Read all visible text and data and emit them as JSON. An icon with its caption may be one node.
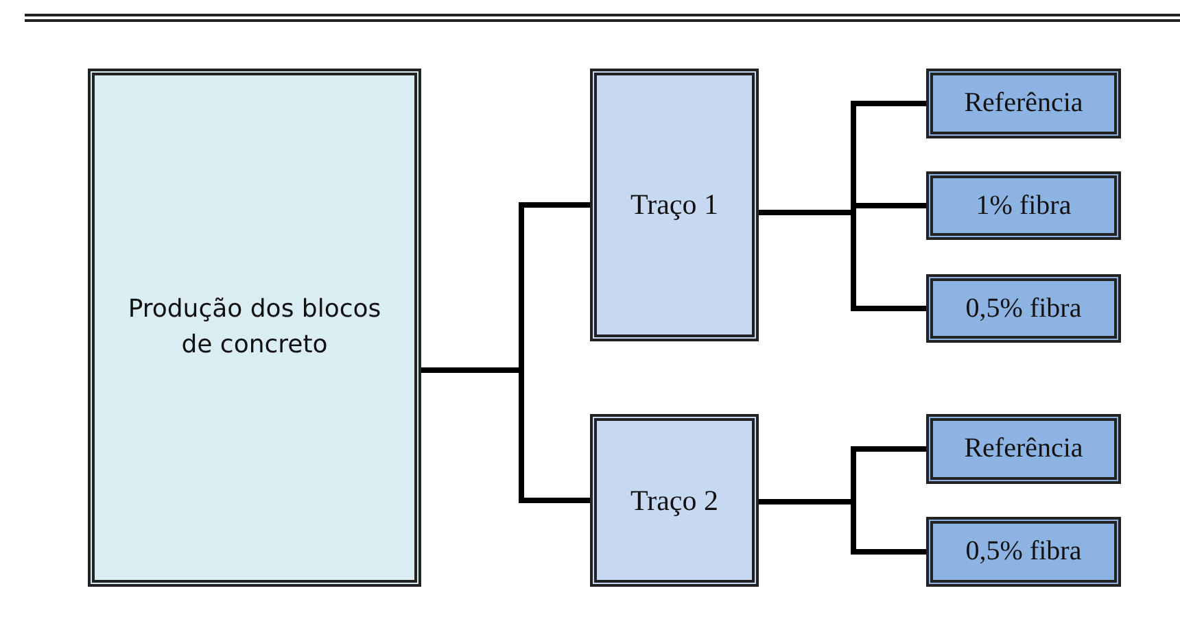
{
  "diagram": {
    "nodes": [
      {
        "text": [
          "Produção dos blocos de concreto"
        ]
      },
      {
        "text": [
          "Traço 1"
        ]
      },
      {
        "text": [
          "Traço 2"
        ]
      },
      {
        "text": [
          "Referência"
        ]
      },
      {
        "text": [
          "1% fibra"
        ]
      },
      {
        "text": [
          "0,5% fibra"
        ]
      },
      {
        "text": [
          "Referência"
        ]
      },
      {
        "text": [
          "0,5% fibra"
        ]
      }
    ],
    "edges": [
      {
        "from": 0,
        "to": 1,
        "arrow": "none"
      },
      {
        "from": 0,
        "to": 2,
        "arrow": "none"
      },
      {
        "from": 1,
        "to": 3,
        "arrow": "none"
      },
      {
        "from": 1,
        "to": 4,
        "arrow": "none"
      },
      {
        "from": 1,
        "to": 5,
        "arrow": "none"
      },
      {
        "from": 2,
        "to": 6,
        "arrow": "none"
      },
      {
        "from": 2,
        "to": 7,
        "arrow": "none"
      }
    ]
  }
}
